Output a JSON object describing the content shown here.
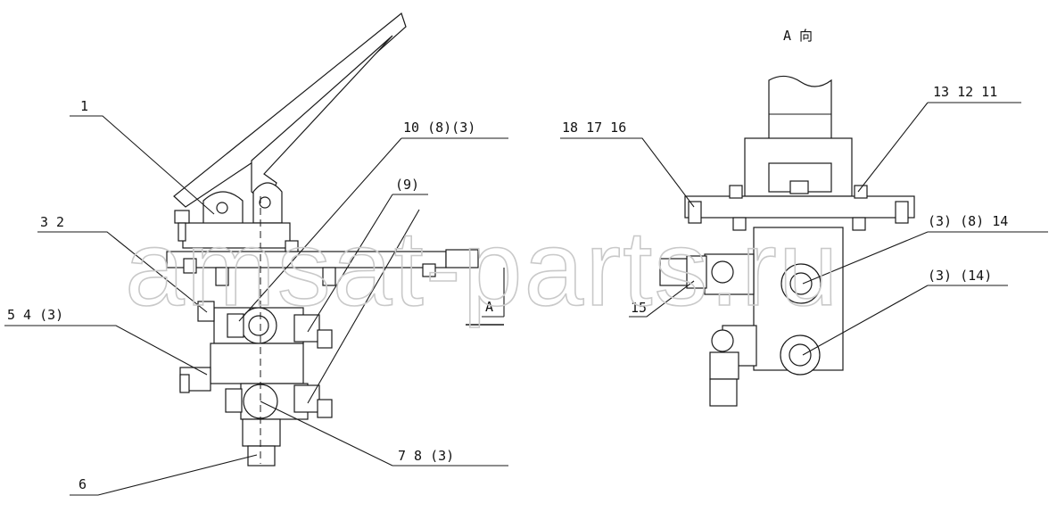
{
  "view_title": "A 向",
  "section_mark": "A",
  "watermark": "amsat-parts.ru",
  "callouts": {
    "c1": "1",
    "c10": "10 (8)(3)",
    "c9": "(9)",
    "c3_2": "3  2",
    "c5_4": "5  4 (3)",
    "c7_8": "7  8  (3)",
    "c6": "6",
    "c18": "18  17  16",
    "c13": "13  12  11",
    "c14a": "(3) (8)  14",
    "c14b": "(3) (14)",
    "c15": "15"
  }
}
